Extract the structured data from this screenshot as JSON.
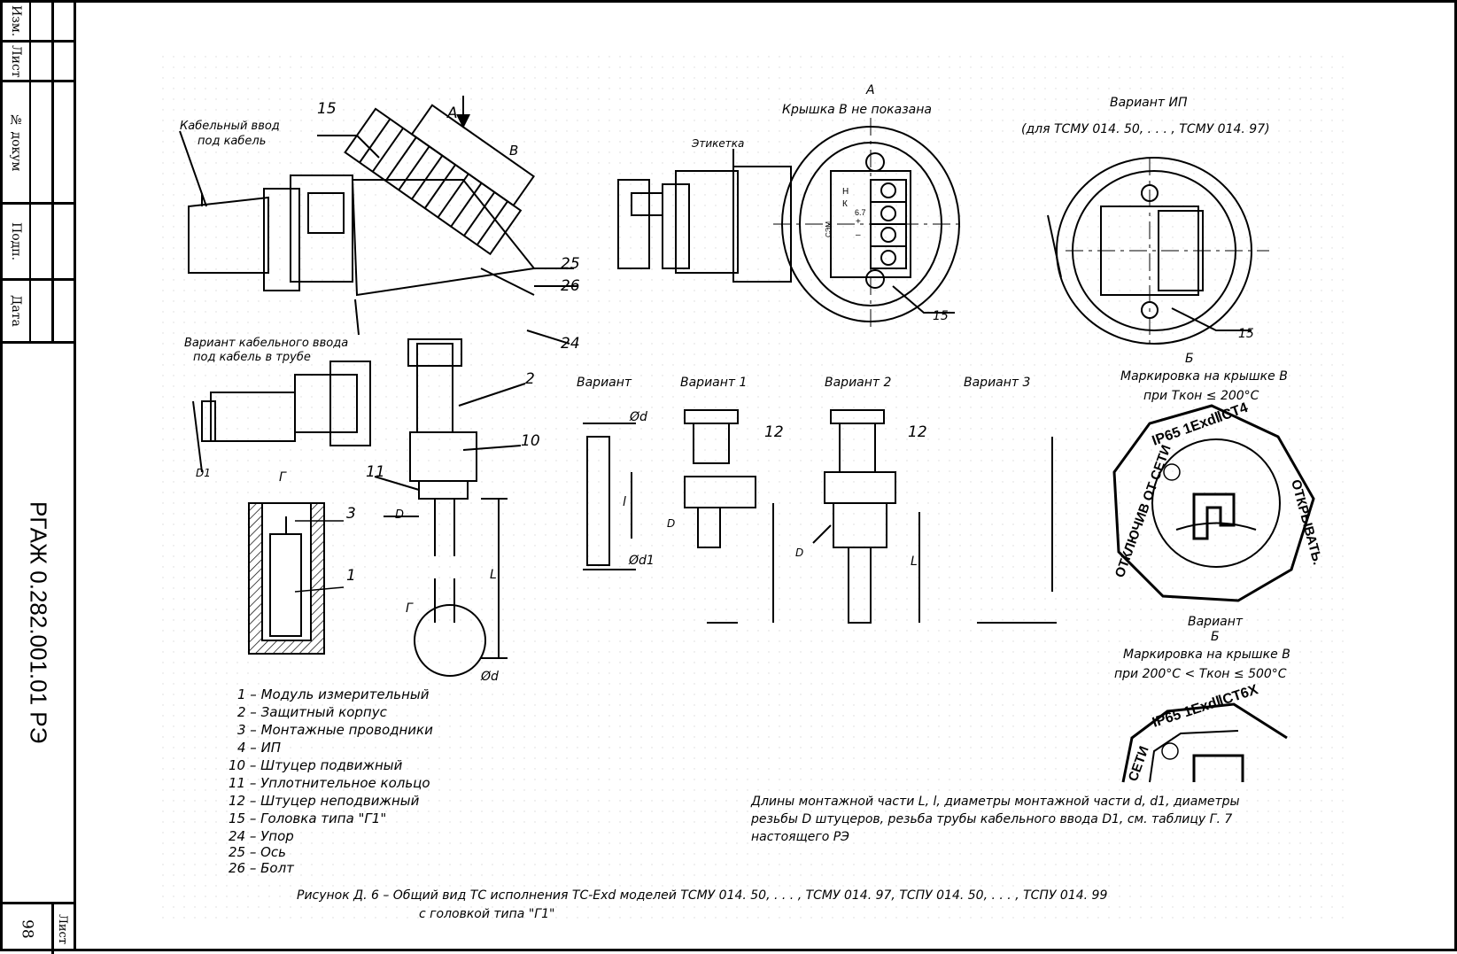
{
  "sidebar": {
    "cells": [
      "Изм.",
      "Лист",
      "№ докум",
      "Подп.",
      "Дата"
    ],
    "document_number": "РГАЖ 0.282.001.01 РЭ",
    "sheet_label": "Лист",
    "page_number": "98"
  },
  "drawing": {
    "callouts": {
      "c15": "15",
      "c25": "25",
      "c26": "26",
      "c24": "24",
      "c2": "2",
      "c10": "10",
      "c11": "11",
      "c3": "3",
      "c1": "1",
      "c12a": "12",
      "c12b": "12",
      "c15b": "15",
      "c15c": "15"
    },
    "labels": {
      "cable_entry": "Кабельный ввод",
      "cable_entry2": "под кабель",
      "arrow_a": "А",
      "b": "В",
      "variant_pipe": "Вариант кабельного ввода",
      "variant_pipe2": "под кабель в трубе",
      "d1": "D1",
      "g": "Г",
      "g2": "Г",
      "D_left": "D",
      "L_left": "L",
      "od_left": "Ød",
      "view_a": "А",
      "cover_note": "Крышка В   не показана",
      "etiketka": "Этикетка",
      "variant_ip": "Вариант ИП",
      "variant_ip2": "(для ТСМУ 014. 50, . . . , ТСМУ 014. 97)",
      "variant": "Вариант",
      "variant1": "Вариант 1",
      "variant2": "Вариант 2",
      "variant3": "Вариант 3",
      "od": "Ød",
      "od1": "Ød1",
      "l_small": "l",
      "D_v1": "D",
      "D_v2": "D",
      "L_v2": "L",
      "b_mark1": "Б",
      "mark1": "Маркировка на крышке В",
      "mark1b": "при Ткон ≤ 200°С",
      "variant_b": "Вариант",
      "b_mark2": "Б",
      "mark2": "Маркировка на крышке В",
      "mark2b": "при 200°С < Ткон ≤ 500°С",
      "stamp1_top": "IP65 1ExdⅡCT4",
      "stamp1_left": "ОТКЛЮЧИВ ОТ СЕТИ",
      "stamp1_right": "ОТКРЫВАТЬ.",
      "stamp2_top": "IP65 1ExdⅡCT6X",
      "stamp2_left": "СЕТИ"
    },
    "legend": [
      "1 – Модуль измерительный",
      "2 – Защитный корпус",
      "3 – Монтажные проводники",
      "4 – ИП",
      "10 – Штуцер подвижный",
      "11 – Уплотнительное кольцо",
      "12 – Штуцер неподвижный",
      "15 – Головка типа \"Г1\"",
      "24 – Упор",
      "25 – Ось",
      "26 – Болт"
    ],
    "note": [
      "Длины монтажной части L, l, диаметры монтажной части d, d1, диаметры",
      "резьбы D штуцеров, резьба трубы кабельного ввода D1, см. таблицу Г. 7",
      "настоящего РЭ"
    ],
    "caption": [
      "Рисунок Д. 6 – Общий вид ТС исполнения ТС-Exd моделей ТСМУ 014. 50, . . . , ТСМУ 014. 97,  ТСПУ 014. 50, . . . , ТСПУ 014. 99",
      "с головкой типа \"Г1\""
    ],
    "terminal_marks": {
      "t1": "К",
      "t2": "Н",
      "t3": "+",
      "t4": "–",
      "t5": "6.7",
      "t6": "СЭМ"
    }
  }
}
